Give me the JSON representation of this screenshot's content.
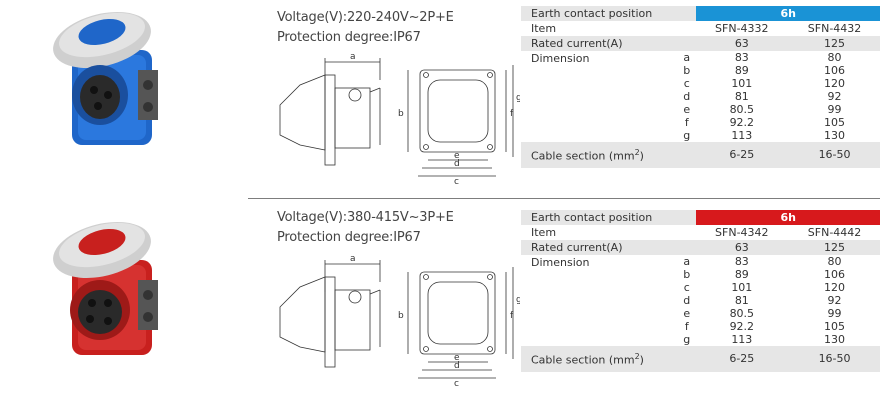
{
  "products": [
    {
      "voltage": "Voltage(V):220-240V~2P+E",
      "protection": "Protection degree:IP67",
      "earth_contact_label": "Earth contact position",
      "earth_contact_value": "6h",
      "header_color": "#1a93d6",
      "body_color": "#1f66c9",
      "item_label": "Item",
      "items": [
        "SFN-4332",
        "SFN-4432"
      ],
      "rated_label": "Rated current(A)",
      "rated": [
        "63",
        "125"
      ],
      "dimension_label": "Dimension",
      "dim_letters": [
        "a",
        "b",
        "c",
        "d",
        "e",
        "f",
        "g"
      ],
      "dim_col1": [
        "83",
        "89",
        "101",
        "81",
        "80.5",
        "92.2",
        "113"
      ],
      "dim_col2": [
        "80",
        "106",
        "120",
        "92",
        "99",
        "105",
        "130"
      ],
      "cable_label": "Cable section (mm",
      "cable_sup": "2",
      "cable_close": ")",
      "cable": [
        "6-25",
        "16-50"
      ],
      "drawing_labels": [
        "a",
        "b",
        "e",
        "d",
        "c",
        "f",
        "g"
      ]
    },
    {
      "voltage": "Voltage(V):380-415V~3P+E",
      "protection": "Protection degree:IP67",
      "earth_contact_label": "Earth contact position",
      "earth_contact_value": "6h",
      "header_color": "#d7191c",
      "body_color": "#c8201e",
      "item_label": "Item",
      "items": [
        "SFN-4342",
        "SFN-4442"
      ],
      "rated_label": "Rated current(A)",
      "rated": [
        "63",
        "125"
      ],
      "dimension_label": "Dimension",
      "dim_letters": [
        "a",
        "b",
        "c",
        "d",
        "e",
        "f",
        "g"
      ],
      "dim_col1": [
        "83",
        "89",
        "101",
        "81",
        "80.5",
        "92.2",
        "113"
      ],
      "dim_col2": [
        "80",
        "106",
        "120",
        "92",
        "99",
        "105",
        "130"
      ],
      "cable_label": "Cable section (mm",
      "cable_sup": "2",
      "cable_close": ")",
      "cable": [
        "6-25",
        "16-50"
      ],
      "drawing_labels": [
        "a",
        "b",
        "e",
        "d",
        "c",
        "f",
        "g"
      ]
    }
  ]
}
